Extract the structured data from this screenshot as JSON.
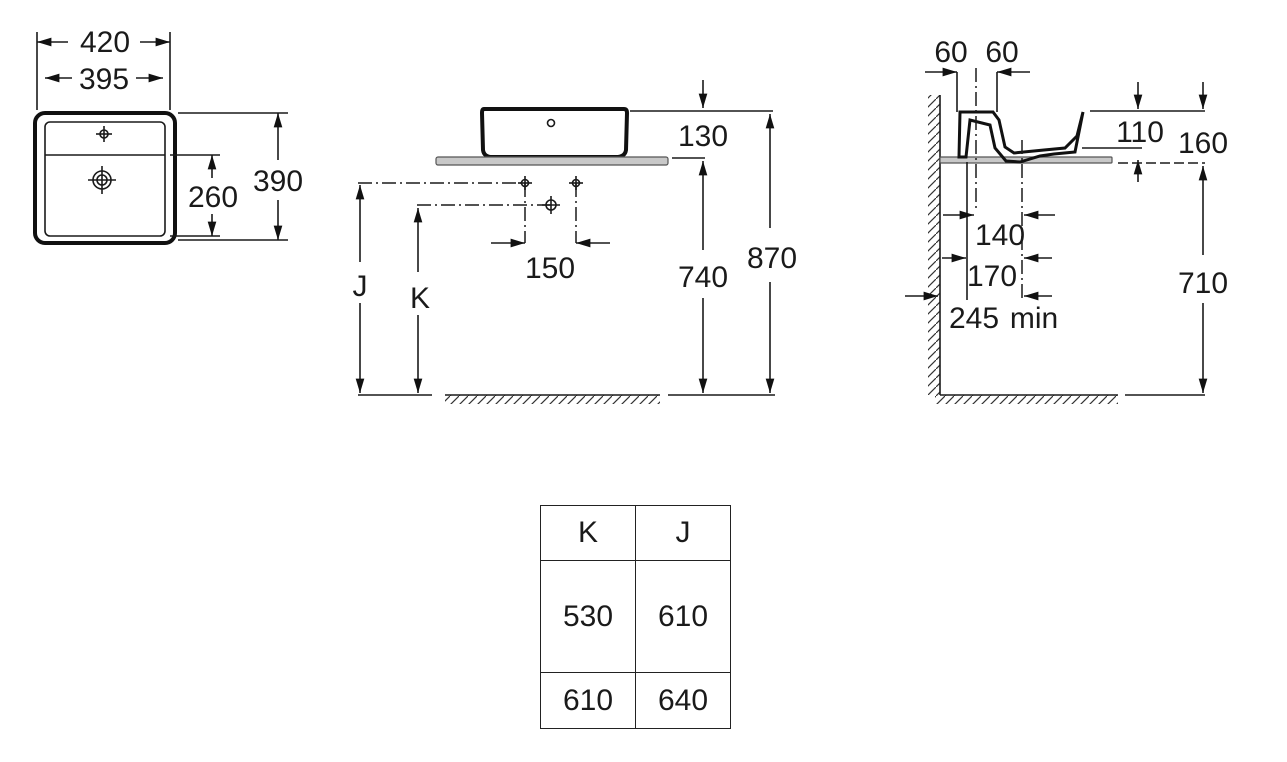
{
  "top_view": {
    "width_outer": "420",
    "width_inner": "395",
    "depth": "390",
    "drain_offset": "260"
  },
  "front_view": {
    "basin_height": "130",
    "counter_height": "740",
    "total_height": "870",
    "tap_spacing": "150",
    "label_j": "J",
    "label_k": "K"
  },
  "side_view": {
    "dim_left": "60",
    "dim_right": "60",
    "bowl_depth": "110",
    "total_height": "160",
    "counter_height": "710",
    "dim_140": "140",
    "dim_170": "170",
    "dim_245": "245",
    "min_label": "min"
  },
  "table": {
    "headers": [
      "K",
      "J"
    ],
    "rows": [
      [
        "530",
        "610"
      ],
      [
        "610",
        "640"
      ]
    ]
  }
}
